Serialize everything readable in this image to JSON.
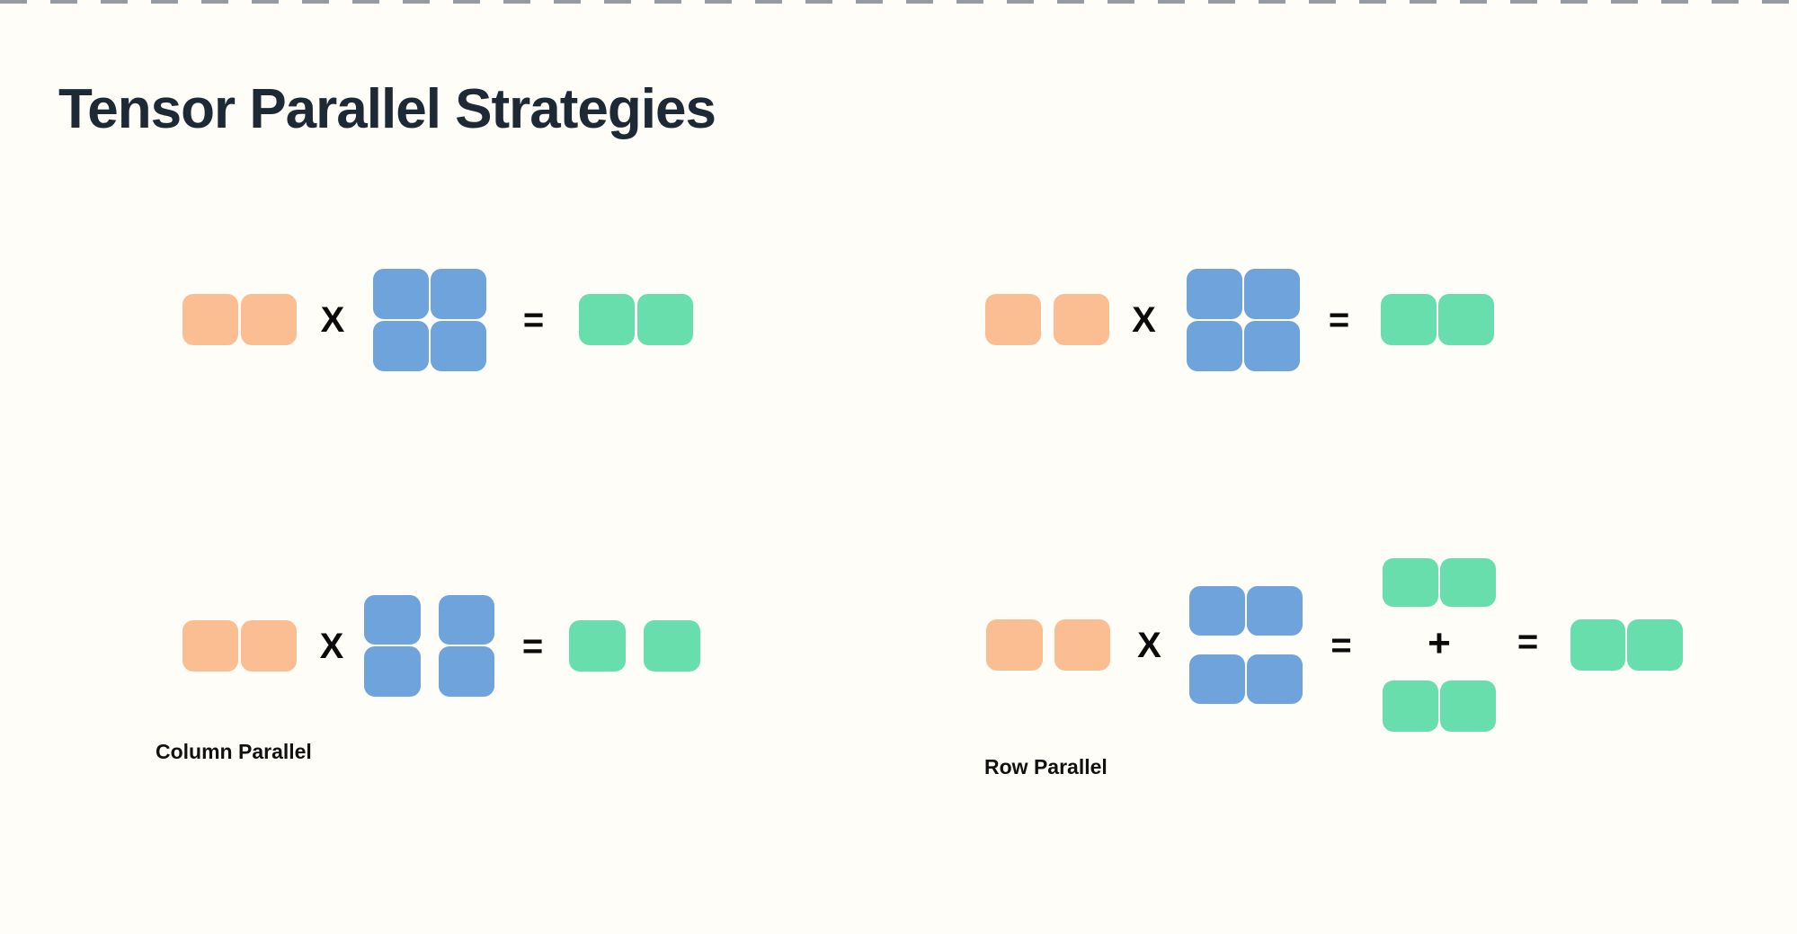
{
  "page": {
    "title": "Tensor Parallel Strategies"
  },
  "colors": {
    "background": "#FFFDF7",
    "title": "#1E2936",
    "label": "#111111",
    "operator": "#0B0B0B",
    "input": "#FBBD92",
    "weight": "#6EA3DC",
    "output": "#68DEAC",
    "dash": "rgba(62,74,88,0.55)"
  },
  "operators": {
    "multiply": "X",
    "equals": "=",
    "plus": "+"
  },
  "figures": {
    "top_left_baseline": {
      "description": "1x2 input blocks x 2x2 weight matrix = 1x2 output blocks"
    },
    "top_right_baseline": {
      "description": "1x2 input blocks (separated) x 2x2 weight matrix = 1x2 output blocks"
    },
    "column_parallel": {
      "label": "Column Parallel",
      "description": "1x2 input x 2x2 weight split into two column shards = 1x2 output split into two shards"
    },
    "row_parallel": {
      "label": "Row Parallel",
      "description": "1x2 input (separated) x 2x2 weight split into two row shards = two partial 1x2 outputs summed = 1x2 output"
    }
  }
}
